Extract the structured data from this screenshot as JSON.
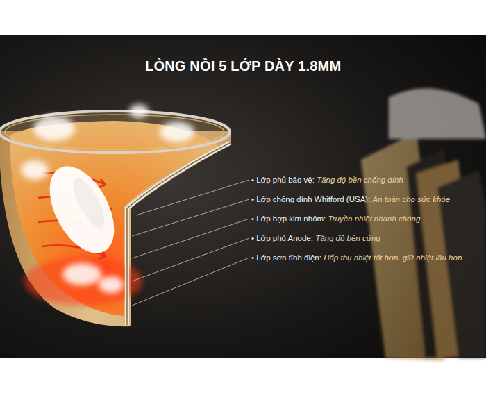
{
  "diagram": {
    "title": "LÒNG NỒI 5 LỚP DÀY 1.8MM",
    "labels": [
      "• Lớp phủ bảo vệ:",
      "Tăng độ bền chống dính",
      "• Lớp chống dính Whitford (USA):",
      "An toàn cho sức khỏe",
      "• Lớp hợp kim nhôm:",
      "Truyền nhiệt nhanh chóng",
      "• Lớp phủ Anode:",
      "Tăng độ bền cứng",
      "• Lớp sơn tĩnh điện:",
      "Hấp thụ nhiệt tốt hơn, giữ nhiệt lâu hơn"
    ]
  }
}
